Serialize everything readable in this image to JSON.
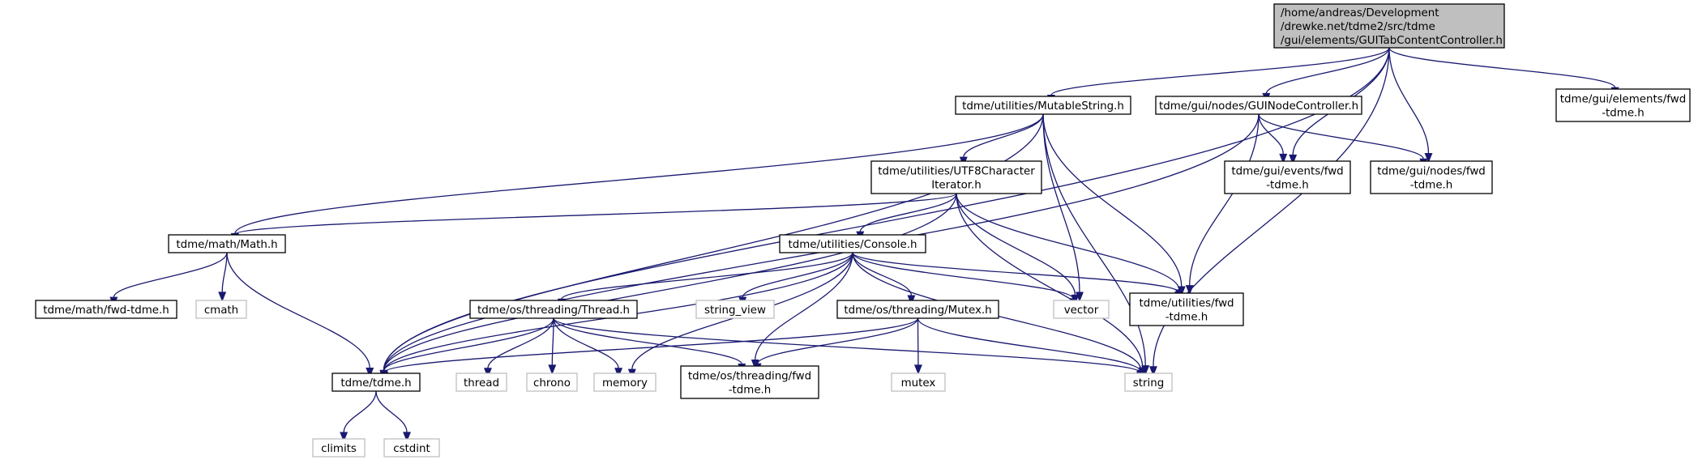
{
  "nodes": {
    "root": {
      "lines": [
        "/home/andreas/Development",
        "/drewke.net/tdme2/src/tdme",
        "/gui/elements/GUITabContentController.h"
      ]
    },
    "mutablestring": {
      "lines": [
        "tdme/utilities/MutableString.h"
      ]
    },
    "guinodecontroller": {
      "lines": [
        "tdme/gui/nodes/GUINodeController.h"
      ]
    },
    "gui_elements_fwd": {
      "lines": [
        "tdme/gui/elements/fwd",
        "-tdme.h"
      ]
    },
    "utf8": {
      "lines": [
        "tdme/utilities/UTF8Character",
        "Iterator.h"
      ]
    },
    "gui_events_fwd": {
      "lines": [
        "tdme/gui/events/fwd",
        "-tdme.h"
      ]
    },
    "gui_nodes_fwd": {
      "lines": [
        "tdme/gui/nodes/fwd",
        "-tdme.h"
      ]
    },
    "math": {
      "lines": [
        "tdme/math/Math.h"
      ]
    },
    "console": {
      "lines": [
        "tdme/utilities/Console.h"
      ]
    },
    "math_fwd": {
      "lines": [
        "tdme/math/fwd-tdme.h"
      ]
    },
    "cmath": {
      "lines": [
        "cmath"
      ]
    },
    "thread": {
      "lines": [
        "tdme/os/threading/Thread.h"
      ]
    },
    "string_view": {
      "lines": [
        "string_view"
      ]
    },
    "mutex_h": {
      "lines": [
        "tdme/os/threading/Mutex.h"
      ]
    },
    "vector": {
      "lines": [
        "vector"
      ]
    },
    "utilities_fwd": {
      "lines": [
        "tdme/utilities/fwd",
        "-tdme.h"
      ]
    },
    "tdme": {
      "lines": [
        "tdme/tdme.h"
      ]
    },
    "thread_std": {
      "lines": [
        "thread"
      ]
    },
    "chrono": {
      "lines": [
        "chrono"
      ]
    },
    "memory": {
      "lines": [
        "memory"
      ]
    },
    "threading_fwd": {
      "lines": [
        "tdme/os/threading/fwd",
        "-tdme.h"
      ]
    },
    "mutex_std": {
      "lines": [
        "mutex"
      ]
    },
    "string": {
      "lines": [
        "string"
      ]
    },
    "climits": {
      "lines": [
        "climits"
      ]
    },
    "cstdint": {
      "lines": [
        "cstdint"
      ]
    }
  },
  "colors": {
    "edge": "#191970",
    "root_fill": "#bfbfbf",
    "system_header_border": "#bfbfbf",
    "node_border": "#000000"
  },
  "edges": [
    [
      "root",
      "mutablestring"
    ],
    [
      "root",
      "guinodecontroller"
    ],
    [
      "root",
      "gui_elements_fwd"
    ],
    [
      "root",
      "gui_events_fwd"
    ],
    [
      "root",
      "gui_nodes_fwd"
    ],
    [
      "root",
      "tdme"
    ],
    [
      "root",
      "string"
    ],
    [
      "mutablestring",
      "utf8"
    ],
    [
      "mutablestring",
      "math"
    ],
    [
      "mutablestring",
      "tdme"
    ],
    [
      "mutablestring",
      "vector"
    ],
    [
      "mutablestring",
      "utilities_fwd"
    ],
    [
      "mutablestring",
      "string"
    ],
    [
      "guinodecontroller",
      "gui_events_fwd"
    ],
    [
      "guinodecontroller",
      "gui_nodes_fwd"
    ],
    [
      "guinodecontroller",
      "utilities_fwd"
    ],
    [
      "guinodecontroller",
      "tdme"
    ],
    [
      "utf8",
      "math"
    ],
    [
      "utf8",
      "console"
    ],
    [
      "utf8",
      "tdme"
    ],
    [
      "utf8",
      "vector"
    ],
    [
      "utf8",
      "utilities_fwd"
    ],
    [
      "utf8",
      "string"
    ],
    [
      "math",
      "math_fwd"
    ],
    [
      "math",
      "cmath"
    ],
    [
      "math",
      "tdme"
    ],
    [
      "console",
      "thread"
    ],
    [
      "console",
      "string_view"
    ],
    [
      "console",
      "mutex_h"
    ],
    [
      "console",
      "vector"
    ],
    [
      "console",
      "utilities_fwd"
    ],
    [
      "console",
      "tdme"
    ],
    [
      "console",
      "threading_fwd"
    ],
    [
      "console",
      "memory"
    ],
    [
      "console",
      "string"
    ],
    [
      "thread",
      "tdme"
    ],
    [
      "thread",
      "thread_std"
    ],
    [
      "thread",
      "chrono"
    ],
    [
      "thread",
      "memory"
    ],
    [
      "thread",
      "threading_fwd"
    ],
    [
      "thread",
      "string"
    ],
    [
      "mutex_h",
      "tdme"
    ],
    [
      "mutex_h",
      "threading_fwd"
    ],
    [
      "mutex_h",
      "mutex_std"
    ],
    [
      "mutex_h",
      "string"
    ],
    [
      "tdme",
      "climits"
    ],
    [
      "tdme",
      "cstdint"
    ]
  ]
}
